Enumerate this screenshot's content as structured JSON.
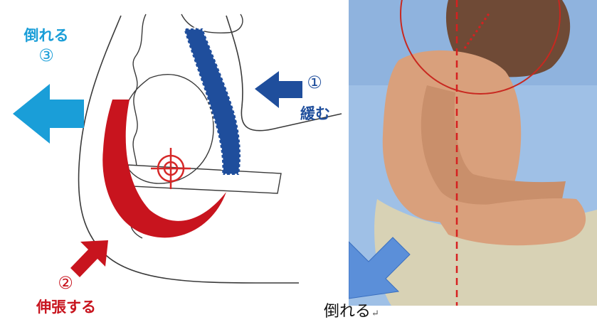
{
  "labels": {
    "fall_top": "倒れる",
    "fall_top_num": "③",
    "relax_num": "①",
    "relax": "緩む",
    "stretch_num": "②",
    "stretch": "伸張する"
  },
  "caption": {
    "text": "倒れる",
    "return_mark": "↵"
  },
  "colors": {
    "cyan": "#1a9ed8",
    "blue": "#1f4e9c",
    "red": "#c8141e",
    "target": "#d62828",
    "line": "#3a3a3a",
    "photo_bg": "#9fc0e6",
    "skin": "#d9a07c",
    "pants": "#d8d2b5"
  },
  "icons": [
    "arrow-left-icon",
    "arrow-right-icon",
    "arrow-upright-icon",
    "crosshair-icon",
    "arrow-downleft-icon"
  ]
}
